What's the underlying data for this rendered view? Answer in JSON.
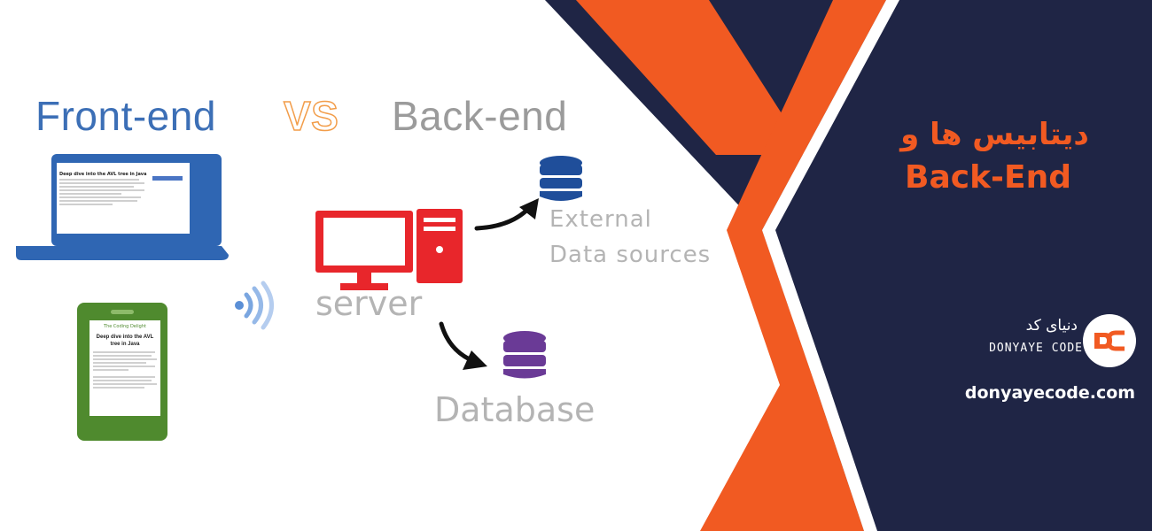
{
  "diagram": {
    "front_end_title": "Front-end",
    "vs_label": "VS",
    "back_end_title": "Back-end",
    "server_label": "server",
    "external_line1": "External",
    "external_line2": "Data sources",
    "database_label": "Database",
    "laptop_screen_heading": "Deep dive into the AVL tree in Java",
    "phone_brand": "The Coding Delight",
    "phone_title": "Deep dive into the AVL tree in Java"
  },
  "banner": {
    "heading_fa": "دیتابیس ها و",
    "heading_en": "Back-End",
    "brand_fa": "دنیای کد",
    "brand_en": "DONYAYE CODE",
    "url": "donyayecode.com"
  },
  "colors": {
    "navy": "#1f2545",
    "orange": "#f15a22",
    "white": "#ffffff",
    "front_blue": "#3c6fb6",
    "server_red": "#e8262b",
    "phone_green": "#4f8a2e",
    "db_blue": "#1f4e9a",
    "db_purple": "#6a3a96"
  },
  "icons": [
    "laptop-icon",
    "phone-icon",
    "wifi-icon",
    "server-monitor-icon",
    "server-tower-icon",
    "database-icon",
    "arrow-icon",
    "donyaye-code-logo-icon"
  ]
}
